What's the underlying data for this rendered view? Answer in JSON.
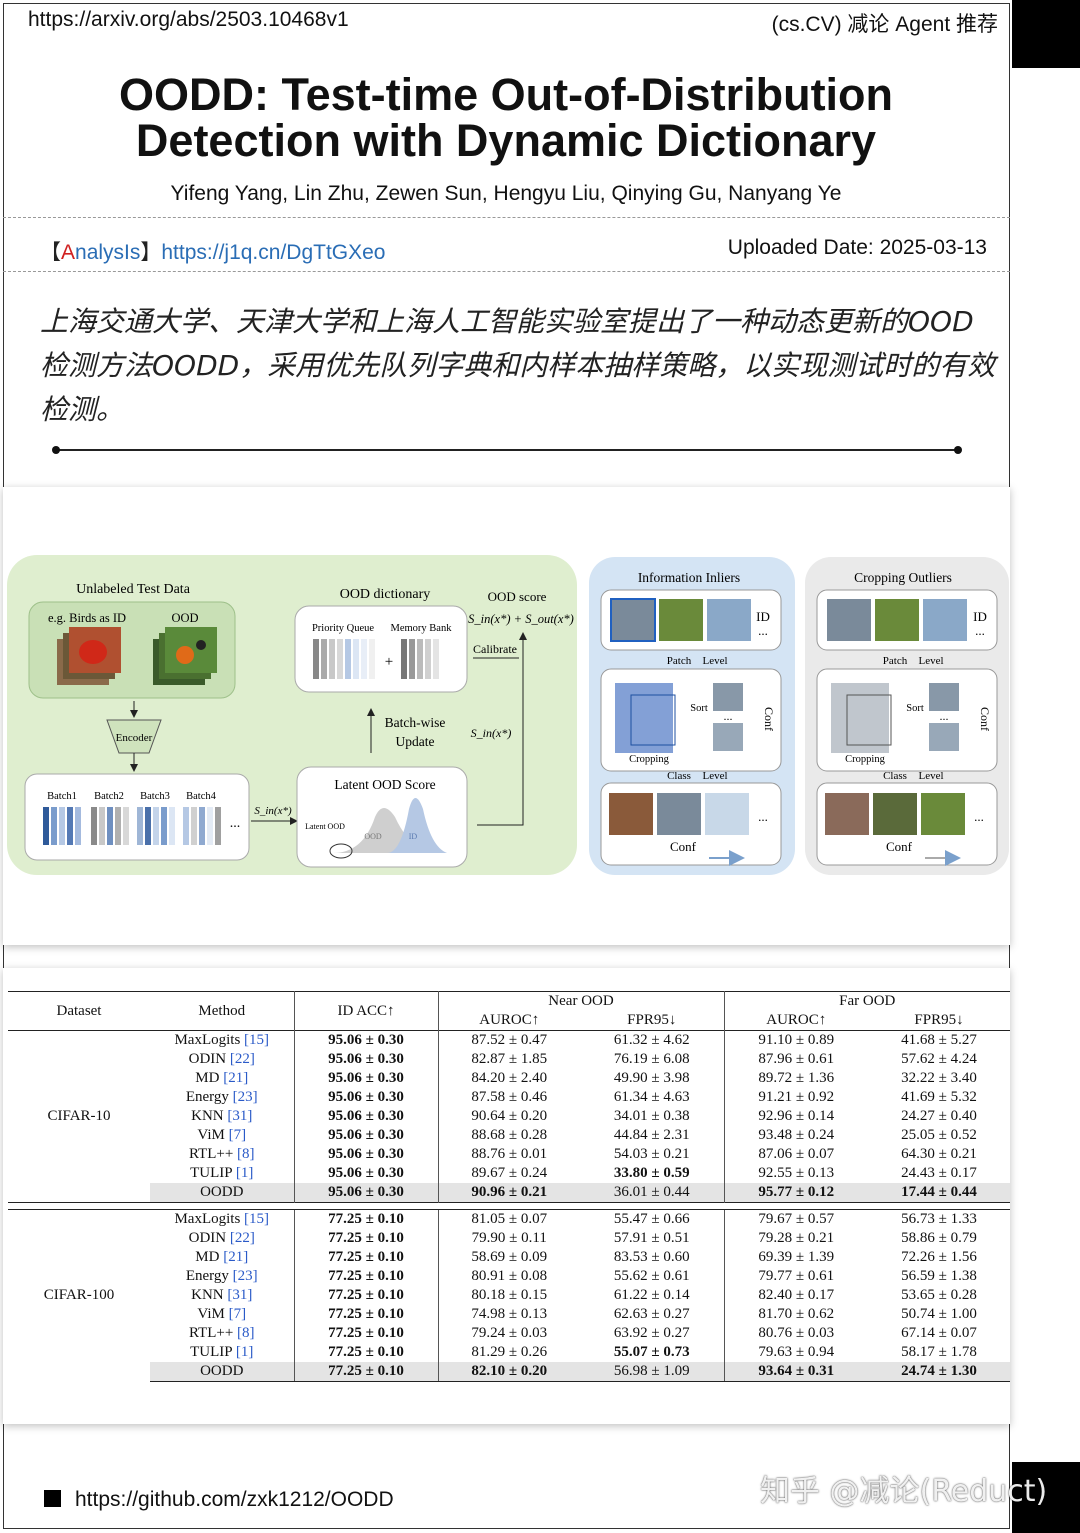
{
  "header": {
    "arxiv_url": "https://arxiv.org/abs/2503.10468v1",
    "category": "(cs.CV) 减论 Agent 推荐"
  },
  "paper": {
    "title_line1": "OODD: Test-time Out-of-Distribution",
    "title_line2": "Detection with Dynamic Dictionary",
    "authors": "Yifeng Yang, Lin Zhu, Zewen Sun, Hengyu Liu, Qinying Gu, Nanyang Ye"
  },
  "analysis": {
    "bracket_open": "【",
    "a_letter": "A",
    "word_rest": "nalysIs",
    "bracket_close": "】",
    "link": "https://j1q.cn/DgTtGXeo",
    "upload_date": "Uploaded Date: 2025-03-13"
  },
  "summary": "上海交通大学、天津大学和上海人工智能实验室提出了一种动态更新的OOD检测方法OODD，采用优先队列字典和内样本抽样策略，以实现测试时的有效检测。",
  "figure": {
    "unlabeled": "Unlabeled Test Data",
    "birds_id": "e.g. Birds as ID",
    "ood": "OOD",
    "encoder": "Encoder",
    "batches": [
      "Batch1",
      "Batch2",
      "Batch3",
      "Batch4"
    ],
    "ellipsis": "...",
    "sin_small": "S_in(x*)",
    "ood_dictionary": "OOD dictionary",
    "priority_queue": "Priority Queue",
    "memory_bank": "Memory Bank",
    "plus": "+",
    "batch_wise_1": "Batch-wise",
    "batch_wise_2": "Update",
    "latent_ood_score": "Latent OOD Score",
    "latent_ood": "Latent OOD",
    "ood_label": "OOD",
    "id_label": "ID",
    "ood_score": "OOD score",
    "score_formula": "S_in(x*) + S_out(x*)",
    "calibrate": "Calibrate",
    "sin_mid": "S_in(x*)",
    "info_inliers": "Information Inliers",
    "cropping_outliers": "Cropping Outliers",
    "id": "ID",
    "patch": "Patch",
    "level": "Level",
    "sort": "Sort",
    "conf": "Conf",
    "cropping": "Cropping",
    "class": "Class"
  },
  "table": {
    "headers": {
      "dataset": "Dataset",
      "method": "Method",
      "id_acc": "ID ACC↑",
      "near_ood": "Near OOD",
      "far_ood": "Far OOD",
      "auroc": "AUROC↑",
      "fpr95": "FPR95↓"
    },
    "groups": [
      {
        "dataset": "CIFAR-10",
        "rows": [
          {
            "method": "MaxLogits",
            "cite": "[15]",
            "acc": "95.06 ± 0.30",
            "n_auroc": "87.52 ± 0.47",
            "n_fpr": "61.32 ± 4.62",
            "f_auroc": "91.10 ± 0.89",
            "f_fpr": "41.68 ± 5.27"
          },
          {
            "method": "ODIN",
            "cite": "[22]",
            "acc": "95.06 ± 0.30",
            "n_auroc": "82.87 ± 1.85",
            "n_fpr": "76.19 ± 6.08",
            "f_auroc": "87.96 ± 0.61",
            "f_fpr": "57.62 ± 4.24"
          },
          {
            "method": "MD",
            "cite": "[21]",
            "acc": "95.06 ± 0.30",
            "n_auroc": "84.20 ± 2.40",
            "n_fpr": "49.90 ± 3.98",
            "f_auroc": "89.72 ± 1.36",
            "f_fpr": "32.22 ± 3.40"
          },
          {
            "method": "Energy",
            "cite": "[23]",
            "acc": "95.06 ± 0.30",
            "n_auroc": "87.58 ± 0.46",
            "n_fpr": "61.34 ± 4.63",
            "f_auroc": "91.21 ± 0.92",
            "f_fpr": "41.69 ± 5.32"
          },
          {
            "method": "KNN",
            "cite": "[31]",
            "acc": "95.06 ± 0.30",
            "n_auroc": "90.64 ± 0.20",
            "n_fpr": "34.01 ± 0.38",
            "f_auroc": "92.96 ± 0.14",
            "f_fpr": "24.27 ± 0.40"
          },
          {
            "method": "ViM",
            "cite": "[7]",
            "acc": "95.06 ± 0.30",
            "n_auroc": "88.68 ± 0.28",
            "n_fpr": "44.84 ± 2.31",
            "f_auroc": "93.48 ± 0.24",
            "f_fpr": "25.05 ± 0.52"
          },
          {
            "method": "RTL++",
            "cite": "[8]",
            "acc": "95.06 ± 0.30",
            "n_auroc": "88.76 ± 0.01",
            "n_fpr": "54.03 ± 0.21",
            "f_auroc": "87.06 ± 0.07",
            "f_fpr": "64.30 ± 0.21"
          },
          {
            "method": "TULIP",
            "cite": "[1]",
            "acc": "95.06 ± 0.30",
            "n_auroc": "89.67 ± 0.24",
            "n_fpr": "33.80 ± 0.59",
            "f_auroc": "92.55 ± 0.13",
            "f_fpr": "24.43 ± 0.17"
          },
          {
            "method": "OODD",
            "cite": "",
            "acc": "95.06 ± 0.30",
            "n_auroc": "90.96 ± 0.21",
            "n_fpr": "36.01 ± 0.44",
            "f_auroc": "95.77 ± 0.12",
            "f_fpr": "17.44 ± 0.44"
          }
        ]
      },
      {
        "dataset": "CIFAR-100",
        "rows": [
          {
            "method": "MaxLogits",
            "cite": "[15]",
            "acc": "77.25 ± 0.10",
            "n_auroc": "81.05 ± 0.07",
            "n_fpr": "55.47 ± 0.66",
            "f_auroc": "79.67 ± 0.57",
            "f_fpr": "56.73 ± 1.33"
          },
          {
            "method": "ODIN",
            "cite": "[22]",
            "acc": "77.25 ± 0.10",
            "n_auroc": "79.90 ± 0.11",
            "n_fpr": "57.91 ± 0.51",
            "f_auroc": "79.28 ± 0.21",
            "f_fpr": "58.86 ± 0.79"
          },
          {
            "method": "MD",
            "cite": "[21]",
            "acc": "77.25 ± 0.10",
            "n_auroc": "58.69 ± 0.09",
            "n_fpr": "83.53 ± 0.60",
            "f_auroc": "69.39 ± 1.39",
            "f_fpr": "72.26 ± 1.56"
          },
          {
            "method": "Energy",
            "cite": "[23]",
            "acc": "77.25 ± 0.10",
            "n_auroc": "80.91 ± 0.08",
            "n_fpr": "55.62 ± 0.61",
            "f_auroc": "79.77 ± 0.61",
            "f_fpr": "56.59 ± 1.38"
          },
          {
            "method": "KNN",
            "cite": "[31]",
            "acc": "77.25 ± 0.10",
            "n_auroc": "80.18 ± 0.15",
            "n_fpr": "61.22 ± 0.14",
            "f_auroc": "82.40 ± 0.17",
            "f_fpr": "53.65 ± 0.28"
          },
          {
            "method": "ViM",
            "cite": "[7]",
            "acc": "77.25 ± 0.10",
            "n_auroc": "74.98 ± 0.13",
            "n_fpr": "62.63 ± 0.27",
            "f_auroc": "81.70 ± 0.62",
            "f_fpr": "50.74 ± 1.00"
          },
          {
            "method": "RTL++",
            "cite": "[8]",
            "acc": "77.25 ± 0.10",
            "n_auroc": "79.24 ± 0.03",
            "n_fpr": "63.92 ± 0.27",
            "f_auroc": "80.76 ± 0.03",
            "f_fpr": "67.14 ± 0.07"
          },
          {
            "method": "TULIP",
            "cite": "[1]",
            "acc": "77.25 ± 0.10",
            "n_auroc": "81.29 ± 0.26",
            "n_fpr": "55.07 ± 0.73",
            "f_auroc": "79.63 ± 0.94",
            "f_fpr": "58.17 ± 1.78"
          },
          {
            "method": "OODD",
            "cite": "",
            "acc": "77.25 ± 0.10",
            "n_auroc": "82.10 ± 0.20",
            "n_fpr": "56.98 ± 1.09",
            "f_auroc": "93.64 ± 0.31",
            "f_fpr": "24.74 ± 1.30"
          }
        ]
      }
    ]
  },
  "footer": {
    "github": "https://github.com/zxk1212/OODD",
    "watermark": "知乎 @减论(Reduct)"
  }
}
